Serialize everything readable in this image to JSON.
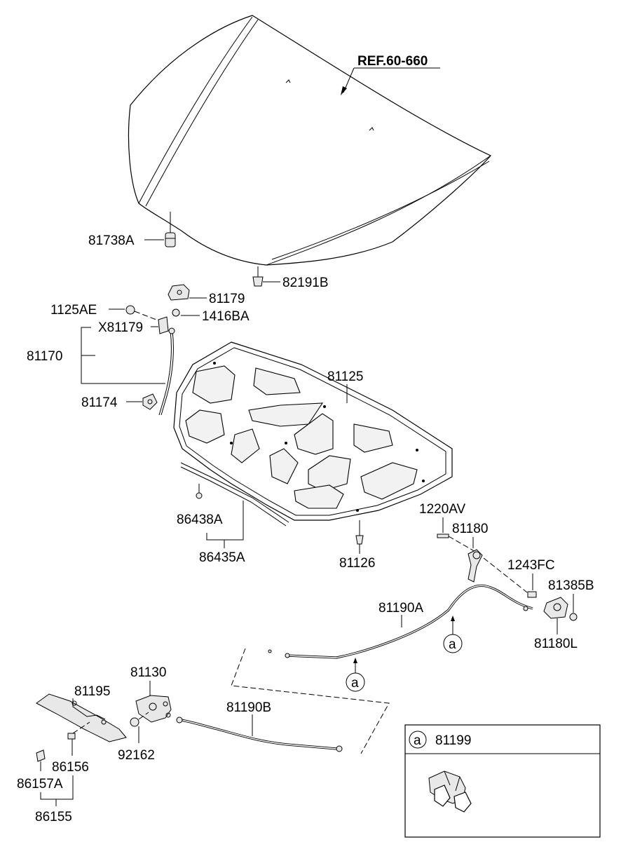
{
  "reference_label": "REF.60-660",
  "callout_letter": "a",
  "parts": [
    {
      "key": "hood_bumper",
      "number": "81738A"
    },
    {
      "key": "hood_stopper",
      "number": "82191B"
    },
    {
      "key": "stay_rod_clip",
      "number": "81179"
    },
    {
      "key": "bolt",
      "number": "1125AE"
    },
    {
      "key": "grommet",
      "number": "1416BA"
    },
    {
      "key": "stay_rod_clip_x",
      "number": "X81179"
    },
    {
      "key": "stay_rod_assy",
      "number": "81170"
    },
    {
      "key": "stay_rod_holder",
      "number": "81174"
    },
    {
      "key": "hood_insulator",
      "number": "81125"
    },
    {
      "key": "weatherstrip_clip",
      "number": "86438A"
    },
    {
      "key": "weatherstrip_assy",
      "number": "86435A"
    },
    {
      "key": "insulator_clip",
      "number": "81126"
    },
    {
      "key": "screw",
      "number": "1220AV"
    },
    {
      "key": "release_handle",
      "number": "81180"
    },
    {
      "key": "handle_bolt",
      "number": "1243FC"
    },
    {
      "key": "handle_nut",
      "number": "81385B"
    },
    {
      "key": "release_handle_assy",
      "number": "81180L"
    },
    {
      "key": "release_cable_upper",
      "number": "81190A"
    },
    {
      "key": "hood_latch",
      "number": "81130"
    },
    {
      "key": "latch_cover",
      "number": "81195"
    },
    {
      "key": "release_cable_lower",
      "number": "81190B"
    },
    {
      "key": "latch_bolt",
      "number": "92162"
    },
    {
      "key": "cover_screw",
      "number": "86156"
    },
    {
      "key": "cover_clip",
      "number": "86157A"
    },
    {
      "key": "cover_assy",
      "number": "86155"
    }
  ],
  "inset": {
    "letter": "a",
    "number": "81199"
  }
}
